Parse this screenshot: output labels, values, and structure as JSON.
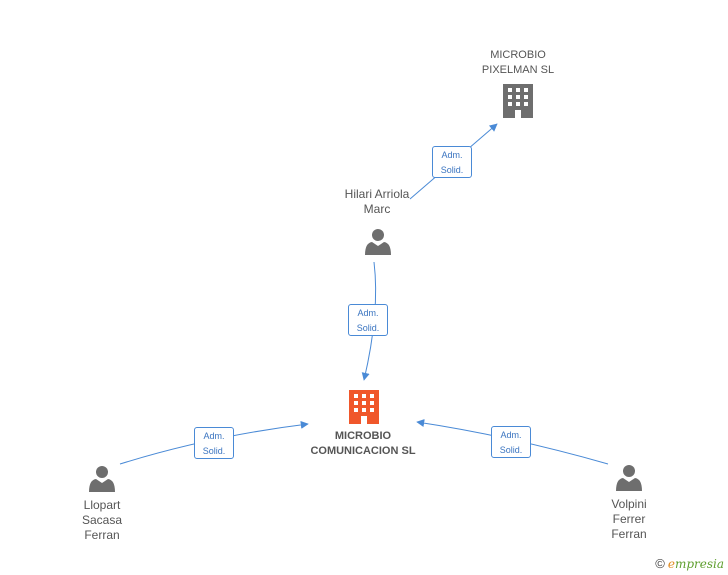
{
  "colors": {
    "edge": "#4a8ad6",
    "company_main": "#f0572b",
    "company": "#6e6e6e",
    "person": "#6e6e6e"
  },
  "nodes": {
    "pixelman": {
      "icon": "building-icon",
      "line1": "MICROBIO",
      "line2": "PIXELMAN SL"
    },
    "hilari": {
      "icon": "person-icon",
      "line1": "Hilari Arriola",
      "line2": "Marc"
    },
    "main": {
      "icon": "building-icon",
      "line1": "MICROBIO",
      "line2": "COMUNICACION SL"
    },
    "llopart": {
      "icon": "person-icon",
      "line1": "Llopart",
      "line2": "Sacasa",
      "line3": "Ferran"
    },
    "volpini": {
      "icon": "person-icon",
      "line1": "Volpini",
      "line2": "Ferrer",
      "line3": "Ferran"
    }
  },
  "edges": {
    "hilari_pixelman": {
      "line1": "Adm.",
      "line2": "Solid."
    },
    "hilari_main": {
      "line1": "Adm.",
      "line2": "Solid."
    },
    "llopart_main": {
      "line1": "Adm.",
      "line2": "Solid."
    },
    "volpini_main": {
      "line1": "Adm.",
      "line2": "Solid."
    }
  },
  "brand": {
    "copyright": "©",
    "e": "e",
    "rest": "mpresia"
  }
}
